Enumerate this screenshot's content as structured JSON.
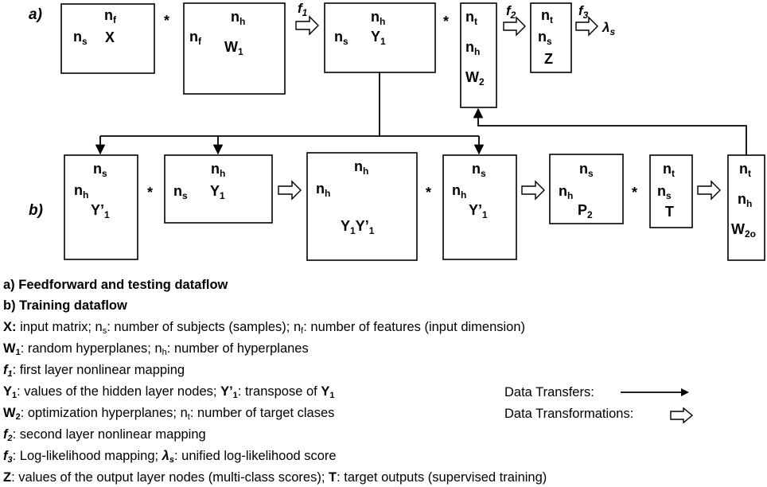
{
  "diagram": {
    "section_labels": {
      "a": "a)",
      "b": "b)"
    },
    "ops": {
      "mult": "*"
    },
    "functions": {
      "f1": "f",
      "f1_sub": "1",
      "f2": "f",
      "f2_sub": "2",
      "f3": "f",
      "f3_sub": "3",
      "lambda": "λ",
      "lambda_sub": "s"
    },
    "row_a": {
      "X": {
        "top": "n",
        "top_sub": "f",
        "side": "n",
        "side_sub": "s",
        "name": "X"
      },
      "W1": {
        "top": "n",
        "top_sub": "h",
        "side": "n",
        "side_sub": "f",
        "name": "W",
        "name_sub": "1"
      },
      "Y1": {
        "top": "n",
        "top_sub": "h",
        "side": "n",
        "side_sub": "s",
        "name": "Y",
        "name_sub": "1"
      },
      "W2": {
        "top": "n",
        "top_sub": "t",
        "mid": "n",
        "mid_sub": "h",
        "name": "W",
        "name_sub": "2"
      },
      "Z": {
        "top": "n",
        "top_sub": "t",
        "mid": "n",
        "mid_sub": "s",
        "name": "Z"
      }
    },
    "row_b": {
      "Yp1a": {
        "top": "n",
        "top_sub": "s",
        "side": "n",
        "side_sub": "h",
        "name": "Y’",
        "name_sub": "1"
      },
      "Y1b": {
        "top": "n",
        "top_sub": "h",
        "side": "n",
        "side_sub": "s",
        "name": "Y",
        "name_sub": "1"
      },
      "YY": {
        "top": "n",
        "top_sub": "h",
        "side": "n",
        "side_sub": "h",
        "name1": "Y",
        "name1_sub": "1",
        "name2": "Y’",
        "name2_sub": "1"
      },
      "Yp1b": {
        "top": "n",
        "top_sub": "s",
        "side": "n",
        "side_sub": "h",
        "name": "Y’",
        "name_sub": "1"
      },
      "P2": {
        "top": "n",
        "top_sub": "s",
        "side": "n",
        "side_sub": "h",
        "name": "P",
        "name_sub": "2"
      },
      "T": {
        "top": "n",
        "top_sub": "t",
        "mid": "n",
        "mid_sub": "s",
        "name": "T"
      },
      "W2o": {
        "top": "n",
        "top_sub": "t",
        "mid": "n",
        "mid_sub": "h",
        "name": "W",
        "name_sub": "2o"
      }
    }
  },
  "legend": {
    "line1": "a) Feedforward and testing dataflow",
    "line2": "b) Training dataflow",
    "line3": {
      "term": "X:",
      "t1": " input matrix; n",
      "s1": "s",
      "t2": ": number of subjects (samples); n",
      "s2": "f",
      "t3": ": number of features (input dimension)"
    },
    "line4": {
      "term": "W",
      "term_sub": "1",
      "t1": ": random hyperplanes; n",
      "s1": "h",
      "t2": ": number of hyperplanes"
    },
    "line5": {
      "term": "f",
      "term_sub": "1",
      "t1": ": first layer nonlinear mapping"
    },
    "line6": {
      "term": "Y",
      "term_sub": "1",
      "t1": ": values of the hidden layer nodes; ",
      "term2": "Y’",
      "term2_sub": "1",
      "t2": ": transpose of ",
      "term3": "Y",
      "term3_sub": "1"
    },
    "line7": {
      "term": "W",
      "term_sub": "2",
      "t1": ": optimization hyperplanes; n",
      "s1": "t",
      "t2": ": number of target clases"
    },
    "line8": {
      "term": "f",
      "term_sub": "2",
      "t1": ": second layer nonlinear mapping"
    },
    "line9": {
      "term": "f",
      "term_sub": "3",
      "t1": ": Log-likelihood mapping; ",
      "term2": "λ",
      "term2_sub": "s",
      "t2": ": unified log-likelihood score"
    },
    "line10": {
      "term": "Z",
      "t1": ": values of the output layer nodes (multi-class scores); ",
      "term2": "T",
      "t2": ": target outputs (supervised training)"
    },
    "key_transfers": "Data Transfers:",
    "key_transformations": "Data Transformations:"
  }
}
